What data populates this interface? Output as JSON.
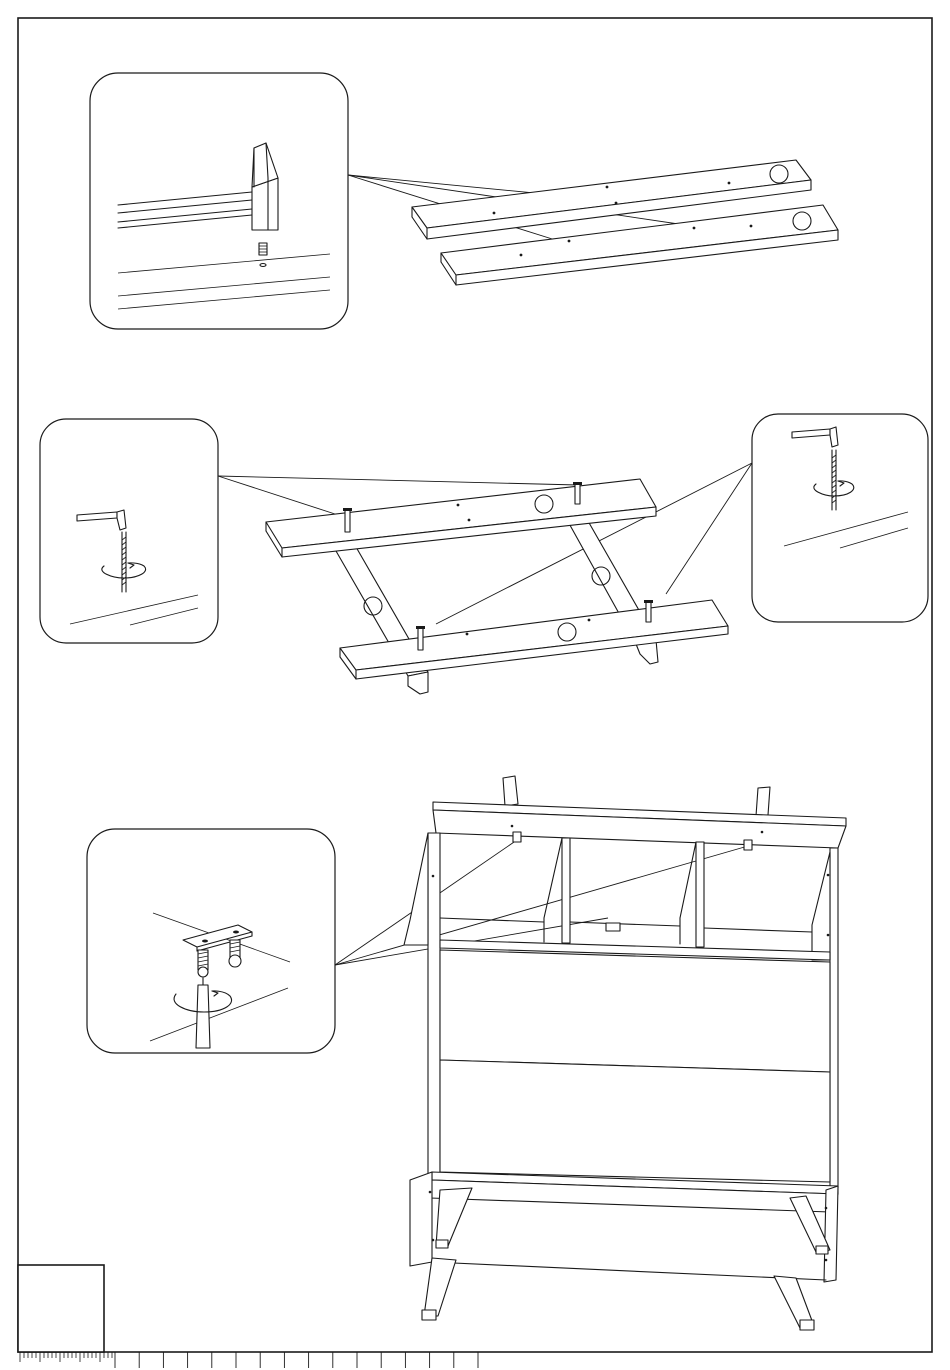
{
  "document": {
    "kind": "assembly-instruction-sheet",
    "steps": [
      {
        "id": "step-a",
        "tool_icon": "hammer-icon",
        "hardware_icon": "dowel-icon",
        "parts": [
          "long-board",
          "long-board"
        ]
      },
      {
        "id": "step-b",
        "tool_icon": "allen-key-icon",
        "hardware_icon": "screw-icon",
        "parts": [
          "long-board",
          "long-board",
          "leg",
          "leg"
        ]
      },
      {
        "id": "step-c",
        "tool_icon": "screwdriver-icon",
        "hardware_icon": "bracket-icon",
        "parts": [
          "cabinet-frame",
          "drawer-front",
          "drawer-front",
          "leg",
          "leg",
          "leg",
          "leg"
        ]
      }
    ],
    "page_number_box": "",
    "ruler_ticks": 20
  },
  "colors": {
    "line": "#1a1a1a",
    "paper": "#ffffff"
  }
}
